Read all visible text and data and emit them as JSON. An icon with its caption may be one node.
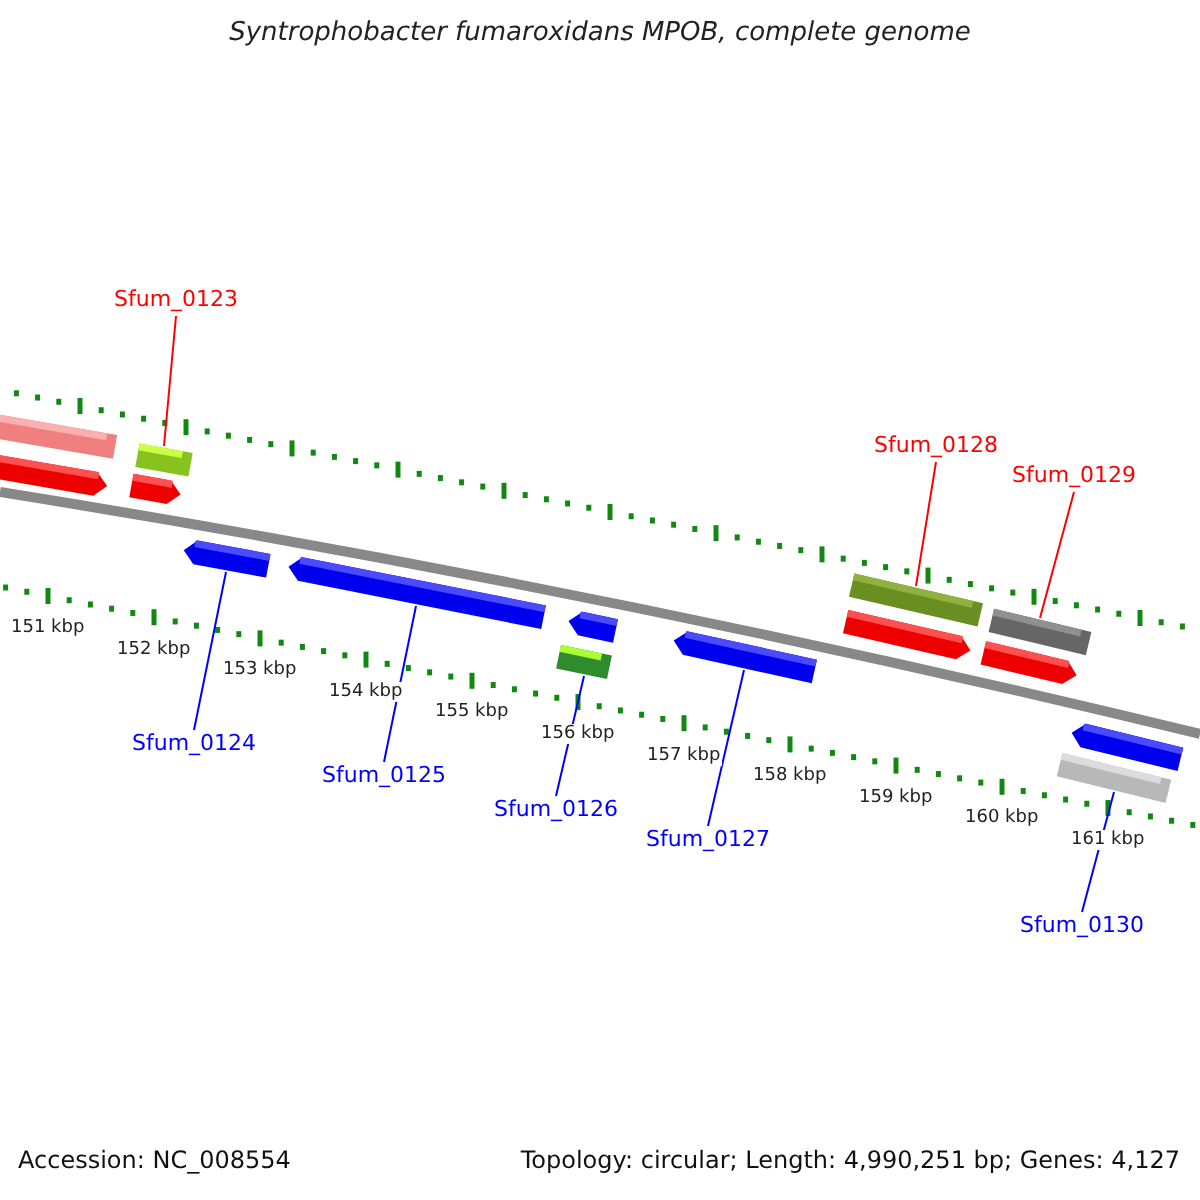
{
  "diagram": {
    "title": "Syntrophobacter fumaroxidans MPOB, complete genome",
    "nodes": [
      {
        "text": [
          "Sfum_0123"
        ]
      },
      {
        "text": [],
        "shape": "bar"
      },
      {
        "text": [
          "Sfum_0128"
        ]
      },
      {
        "text": [],
        "shape": "bar"
      },
      {
        "text": [
          "Sfum_0129"
        ]
      },
      {
        "text": [],
        "shape": "bar"
      },
      {
        "text": [
          "Sfum_0124"
        ]
      },
      {
        "text": [],
        "shape": "arrow"
      },
      {
        "text": [
          "Sfum_0125"
        ]
      },
      {
        "text": [],
        "shape": "arrow"
      },
      {
        "text": [
          "Sfum_0126"
        ]
      },
      {
        "text": [],
        "shape": "bar"
      },
      {
        "text": [
          "Sfum_0127"
        ]
      },
      {
        "text": [],
        "shape": "arrow"
      },
      {
        "text": [
          "Sfum_0130"
        ]
      },
      {
        "text": [],
        "shape": "bar"
      }
    ],
    "edges": [
      {
        "from": 0,
        "to": 1,
        "arrow": "none",
        "color": "#ff0000"
      },
      {
        "from": 2,
        "to": 3,
        "arrow": "none",
        "color": "#ff0000"
      },
      {
        "from": 4,
        "to": 5,
        "arrow": "none",
        "color": "#ff0000"
      },
      {
        "from": 6,
        "to": 7,
        "arrow": "none"
      },
      {
        "from": 8,
        "to": 9,
        "arrow": "none"
      },
      {
        "from": 10,
        "to": 11,
        "arrow": "none"
      },
      {
        "from": 12,
        "to": 13,
        "arrow": "none"
      },
      {
        "from": 14,
        "to": 15,
        "arrow": "none"
      }
    ],
    "labels": [
      "151 kbp",
      "152 kbp",
      "153 kbp",
      "154 kbp",
      "155 kbp",
      "156 kbp",
      "157 kbp",
      "158 kbp",
      "159 kbp",
      "160 kbp",
      "161 kbp",
      "Accession: NC_008554",
      "Topology: circular; Length: 4,990,251 bp; Genes: 4,127"
    ]
  }
}
